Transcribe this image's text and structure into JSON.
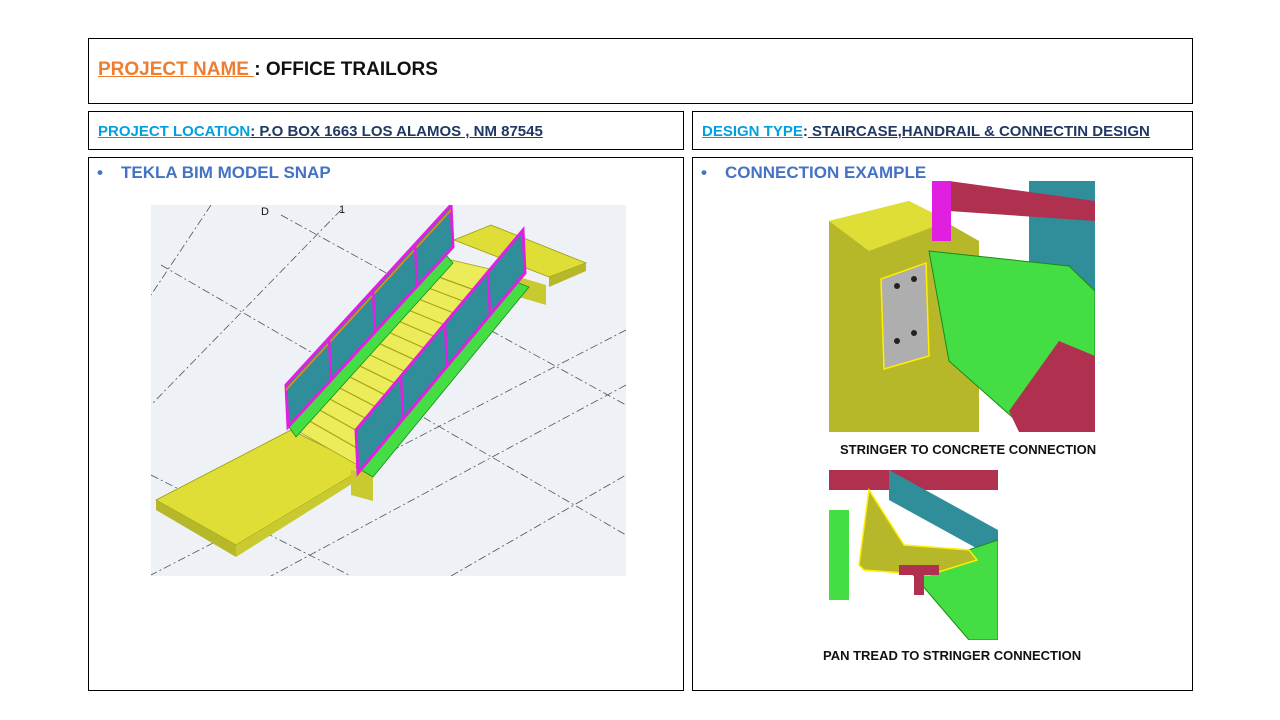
{
  "header": {
    "project_name_key": "PROJECT NAME ",
    "project_name_value": ": OFFICE TRAILORS"
  },
  "location": {
    "key": "PROJECT LOCATION",
    "value": ": P.O BOX 1663 LOS ALAMOS , NM 87545"
  },
  "design": {
    "key": "DESIGN TYPE",
    "colon": ":",
    "value": " STAIRCASE,HANDRAIL & CONNECTIN DESIGN"
  },
  "left_panel": {
    "bullet": "•",
    "heading": "TEKLA BIM MODEL SNAP",
    "grid_labels": {
      "d": "D",
      "one": "1"
    }
  },
  "right_panel": {
    "bullet": "•",
    "heading": "CONNECTION EXAMPLE",
    "caption_1": "STRINGER TO CONCRETE CONNECTION",
    "caption_2": "PAN TREAD TO STRINGER CONNECTION"
  },
  "colors": {
    "concrete": "#dede36",
    "stringer": "#44dd44",
    "panel": "#2f8e9a",
    "rail": "#e020e0",
    "beam": "#b03050",
    "title_accent": "#ed7d31",
    "label_accent": "#00a0e0",
    "heading_blue": "#4472c4"
  }
}
